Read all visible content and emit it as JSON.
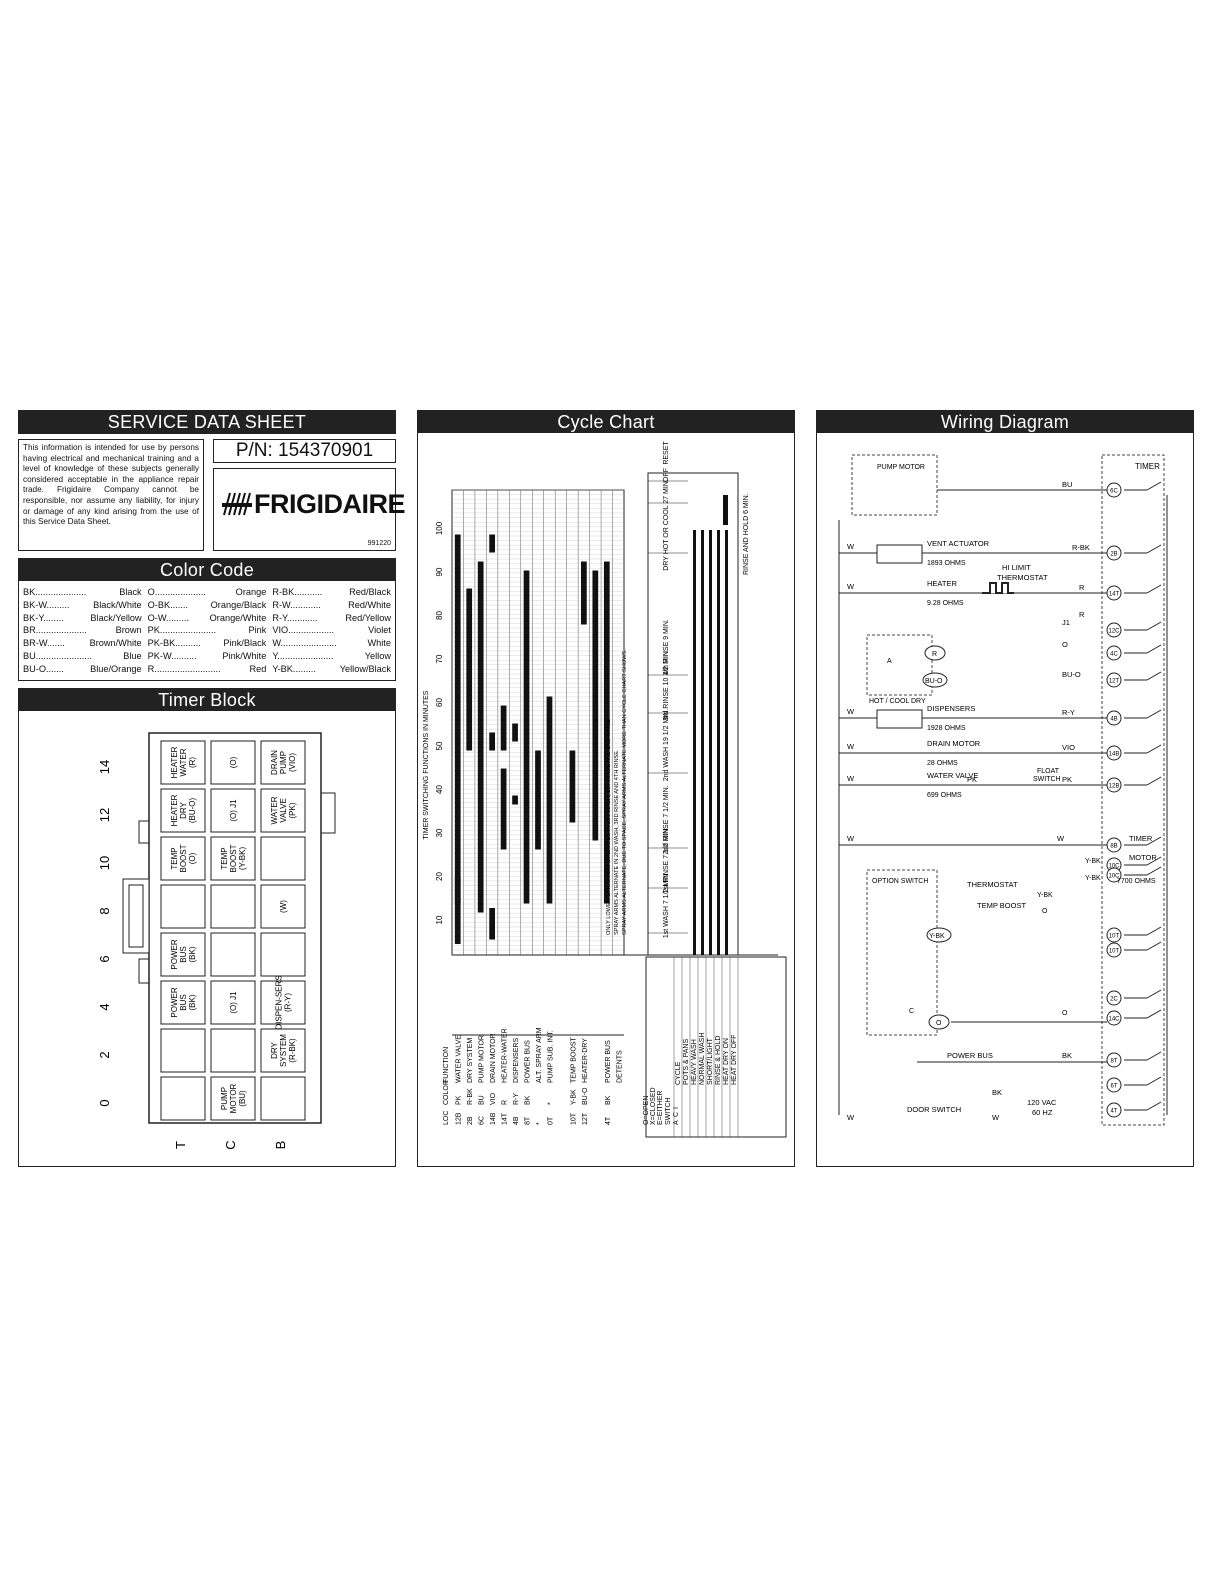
{
  "service": {
    "title": "SERVICE DATA SHEET",
    "disclaimer": "This information is intended for use by persons having electrical and mechanical training and a level of knowledge of these subjects generally considered acceptable in the appliance repair trade. Frigidaire Company cannot be responsible, nor assume any liability, for injury or damage of any kind arising from the use of this Service Data Sheet.",
    "part_number": "P/N: 154370901",
    "brand": "FRIGIDAIRE",
    "doc_code": "991220"
  },
  "color_code": {
    "title": "Color Code",
    "entries": [
      {
        "code": "BK",
        "dots": "....................",
        "name": "Black"
      },
      {
        "code": "O",
        "dots": "....................",
        "name": "Orange"
      },
      {
        "code": "R-BK",
        "dots": "...........",
        "name": "Red/Black"
      },
      {
        "code": "BK-W",
        "dots": ".........",
        "name": "Black/White"
      },
      {
        "code": "O-BK",
        "dots": ".......",
        "name": "Orange/Black"
      },
      {
        "code": "R-W",
        "dots": "............",
        "name": "Red/White"
      },
      {
        "code": "BK-Y",
        "dots": "........",
        "name": "Black/Yellow"
      },
      {
        "code": "O-W",
        "dots": ".........",
        "name": "Orange/White"
      },
      {
        "code": "R-Y",
        "dots": "............",
        "name": "Red/Yellow"
      },
      {
        "code": "BR",
        "dots": "....................",
        "name": "Brown"
      },
      {
        "code": "PK",
        "dots": "......................",
        "name": "Pink"
      },
      {
        "code": "VIO",
        "dots": "..................",
        "name": "Violet"
      },
      {
        "code": "BR-W",
        "dots": ".......",
        "name": "Brown/White"
      },
      {
        "code": "PK-BK",
        "dots": "..........",
        "name": "Pink/Black"
      },
      {
        "code": "W",
        "dots": "......................",
        "name": "White"
      },
      {
        "code": "BU",
        "dots": "......................",
        "name": "Blue"
      },
      {
        "code": "PK-W",
        "dots": "..........",
        "name": "Pink/White"
      },
      {
        "code": "Y",
        "dots": "......................",
        "name": "Yellow"
      },
      {
        "code": "BU-O",
        "dots": ".......",
        "name": "Blue/Orange"
      },
      {
        "code": "R",
        "dots": "..........................",
        "name": "Red"
      },
      {
        "code": "Y-BK",
        "dots": ".........",
        "name": "Yellow/Black"
      }
    ]
  },
  "timer_block": {
    "title": "Timer Block",
    "row_labels": [
      "14",
      "12",
      "10",
      "8",
      "6",
      "4",
      "2",
      "0"
    ],
    "col_labels": [
      "T",
      "C",
      "B"
    ],
    "cells": [
      [
        "HEATER WATER (R)",
        "(O)",
        "DRAIN PUMP (VIO)"
      ],
      [
        "HEATER DRY (BU-O)",
        "(O) J1",
        "WATER VALVE (PK)"
      ],
      [
        "TEMP BOOST (O)",
        "TEMP BOOST (Y-BK)",
        ""
      ],
      [
        "",
        "",
        "(W)"
      ],
      [
        "POWER BUS (BK)",
        "",
        ""
      ],
      [
        "POWER BUS (BK)",
        "(O) J1",
        "DISPEN-SERS (R-Y)"
      ],
      [
        "",
        "",
        "DRY SYSTEM (R-BK)"
      ],
      [
        "",
        "PUMP MOTOR (BU)",
        ""
      ]
    ]
  },
  "cycle_chart": {
    "title": "Cycle Chart",
    "axis_label": "TIMER SWITCHING FUNCTIONS IN MINUTES",
    "ticks": [
      "10",
      "20",
      "30",
      "40",
      "50",
      "60",
      "70",
      "80",
      "90",
      "100"
    ],
    "headers": [
      "LOC",
      "COLOR",
      "FUNCTION"
    ],
    "rows": [
      [
        "12B",
        "PK",
        "WATER VALVE"
      ],
      [
        "2B",
        "R-BK",
        "DRY SYSTEM"
      ],
      [
        "6C",
        "BU",
        "PUMP MOTOR"
      ],
      [
        "14B",
        "VIO",
        "DRAIN MOTOR"
      ],
      [
        "14T",
        "R",
        "HEATER-WATER"
      ],
      [
        "4B",
        "R-Y",
        "DISPENSERS"
      ],
      [
        "8T",
        "BK",
        "POWER BUS"
      ],
      [
        "*",
        "",
        "ALT. SPRAY ARM"
      ],
      [
        "0T",
        "*",
        "PUMP SUB. INT."
      ],
      [
        "",
        "",
        ""
      ],
      [
        "10T",
        "Y-BK",
        "TEMP BOOST"
      ],
      [
        "12T",
        "BU-O",
        "HEATER-DRY"
      ],
      [
        "",
        "",
        ""
      ],
      [
        "4T",
        "BK",
        "POWER BUS"
      ],
      [
        "",
        "",
        "DETENTS"
      ]
    ],
    "notes": [
      "ONLY LOWER SPRAY ARM OPERATES IN 1ST WASH, 1ST RINSE AND 2ND RINSE.",
      "SPRAY ARMS ALTERNATE IN 2ND WASH, 3RD RINSE AND 4TH RINSE.",
      "SPRAY ARMS ALTERNATE, DUE TO SPACE, SPRAY ARMS ALTERNATE MORE THAN CYCLE CHART SHOWS."
    ],
    "phases": [
      "1st WASH 7 1/2 MIN.",
      "1st RINSE 7 1/2 MIN.",
      "2nd RINSE 7 1/2 MIN.",
      "2nd WASH 19 1/2 MIN.",
      "3rd RINSE 10 1/2 MIN.",
      "4th RINSE 9 MIN.",
      "DRY HOT OR COOL 27 MIN.",
      "OFF",
      "RESET"
    ],
    "rinse_hold": "RINSE AND HOLD 6 MIN.",
    "legend": [
      "O=OPEN",
      "X=CLOSED",
      "E=EITHER"
    ],
    "switch_header": "SWITCH",
    "switch_cols": [
      "A",
      "C",
      "I"
    ],
    "cycles": [
      "CYCLE",
      "POTS & PANS",
      "HEAVY WASH",
      "NORMAL WASH",
      "SHORT/LIGHT",
      "RINSE & HOLD",
      "HEAT DRY ON",
      "HEAT DRY OFF"
    ]
  },
  "wiring": {
    "title": "Wiring Diagram",
    "labels": {
      "pump_motor": "PUMP MOTOR",
      "timer": "TIMER",
      "vent": "VENT ACTUATOR",
      "vent_ohms": "1893 OHMS",
      "hi_limit": "HI LIMIT",
      "thermostat": "THERMOSTAT",
      "heater": "HEATER",
      "heater_ohms": "9.28 OHMS",
      "hot_cool": "HOT / COOL DRY",
      "dispensers": "DISPENSERS",
      "disp_ohms": "1928 OHMS",
      "drain_motor": "DRAIN MOTOR",
      "drain_ohms": "28 OHMS",
      "water_valve": "WATER VALVE",
      "wv_ohms": "699 OHMS",
      "float": "FLOAT",
      "switch": "SWITCH",
      "timer2": "TIMER",
      "motor": "MOTOR",
      "motor_ohms": "7700 OHMS",
      "option_switch": "OPTION SWITCH",
      "thermostat2": "THERMOSTAT",
      "temp_boost": "TEMP BOOST",
      "power_bus": "POWER BUS",
      "door_switch": "DOOR SWITCH",
      "vac": "120 VAC",
      "hz": "60 HZ"
    },
    "wire_colors": [
      "BU",
      "R-BK",
      "R",
      "R",
      "J1",
      "O",
      "BU-O",
      "R-Y",
      "VIO",
      "PK",
      "PK",
      "W",
      "Y-BK",
      "Y-BK",
      "Y-BK",
      "O",
      "O",
      "BK",
      "BK",
      "W",
      "W",
      "W",
      "W",
      "W",
      "W",
      "W",
      "W",
      "W",
      "A",
      "C",
      "R",
      "BU-O",
      "Y-BK",
      "O"
    ],
    "terminals": [
      "6C",
      "2B",
      "14T",
      "12C",
      "4C",
      "12T",
      "4B",
      "14B",
      "12B",
      "8B",
      "10C",
      "10C",
      "10T",
      "10T",
      "2C",
      "14C",
      "8T",
      "6T",
      "4T"
    ]
  }
}
